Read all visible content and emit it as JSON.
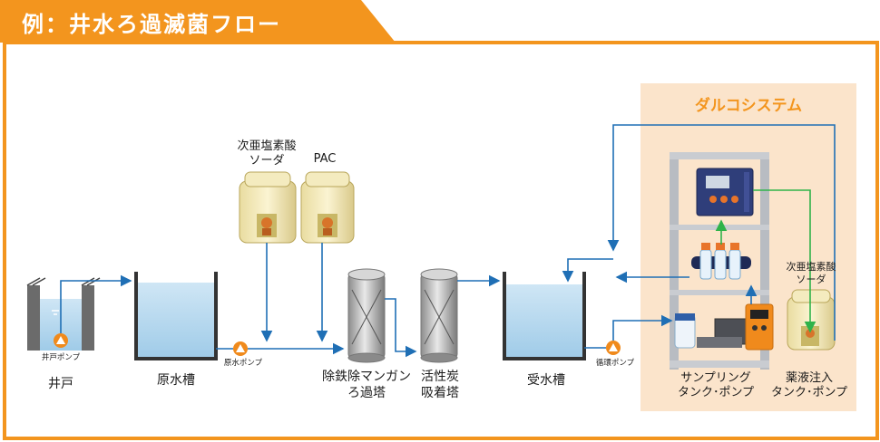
{
  "header": {
    "title": "例：井水ろ過滅菌フロー"
  },
  "colors": {
    "accent": "#f3951e",
    "panel": "#fbe4cb",
    "flow": "#1f6fb5",
    "signal": "#2fb34a"
  },
  "dulco": {
    "title": "ダルコシステム"
  },
  "labels": {
    "well": "井戸",
    "well_pump": "井戸ポンプ",
    "raw_tank": "原水槽",
    "raw_pump": "原水ポンプ",
    "hypo_tank_line1": "次亜塩素酸",
    "hypo_tank_line2": "ソーダ",
    "pac": "PAC",
    "iron_filter_line1": "除鉄除マンガン",
    "iron_filter_line2": "ろ過塔",
    "carbon_line1": "活性炭",
    "carbon_line2": "吸着塔",
    "recv_tank": "受水槽",
    "circ_pump": "循環ポンプ",
    "sampling_line1": "サンプリング",
    "sampling_line2": "タンク･ポンプ",
    "chem_line1": "薬液注入",
    "chem_line2": "タンク･ポンプ",
    "dulco_hypo_line1": "次亜塩素酸",
    "dulco_hypo_line2": "ソーダ"
  },
  "icons": [
    "pump-icon",
    "chemical-tank-icon",
    "controller-icon",
    "sensor-assembly-icon"
  ]
}
